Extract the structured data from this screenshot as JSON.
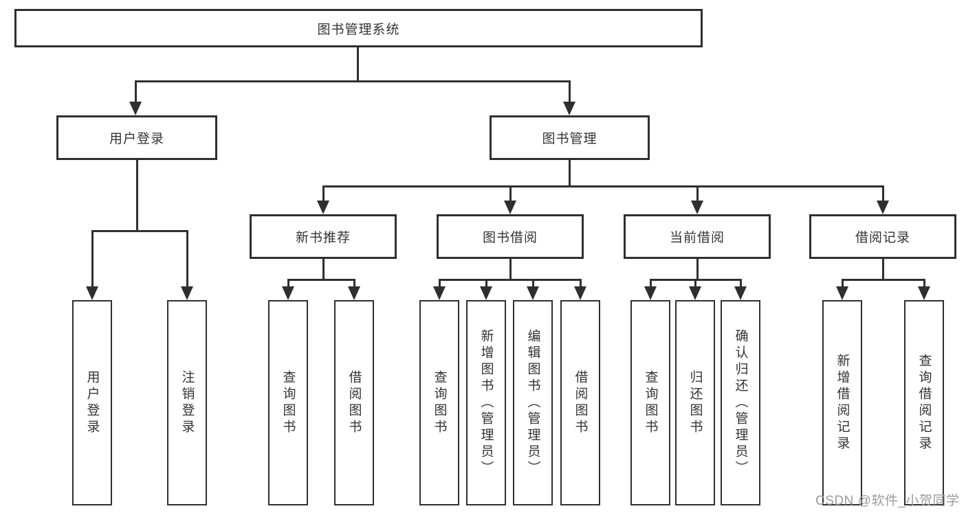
{
  "diagram": {
    "type": "hierarchy-tree",
    "root": {
      "label": "图书管理系统"
    },
    "left_branch": {
      "label": "用户登录",
      "children": [
        {
          "label": "用户登录"
        },
        {
          "label": "注销登录"
        }
      ]
    },
    "right_branch": {
      "label": "图书管理",
      "groups": [
        {
          "label": "新书推荐",
          "children": [
            {
              "label": "查询图书"
            },
            {
              "label": "借阅图书"
            }
          ]
        },
        {
          "label": "图书借阅",
          "children": [
            {
              "label": "查询图书"
            },
            {
              "label": "新增图书（管理员）"
            },
            {
              "label": "编辑图书（管理员）"
            },
            {
              "label": "借阅图书"
            }
          ]
        },
        {
          "label": "当前借阅",
          "children": [
            {
              "label": "查询图书"
            },
            {
              "label": "归还图书"
            },
            {
              "label": "确认归还（管理员）"
            }
          ]
        },
        {
          "label": "借阅记录",
          "children": [
            {
              "label": "新增借阅记录"
            },
            {
              "label": "查询借阅记录"
            }
          ]
        }
      ]
    },
    "colors": {
      "line": "#2f2f2f",
      "text": "#333333",
      "box_background": "#ffffff",
      "watermark": "#9b9b9b"
    },
    "watermark": {
      "text": "CSDN @软件_小贺同学"
    }
  }
}
